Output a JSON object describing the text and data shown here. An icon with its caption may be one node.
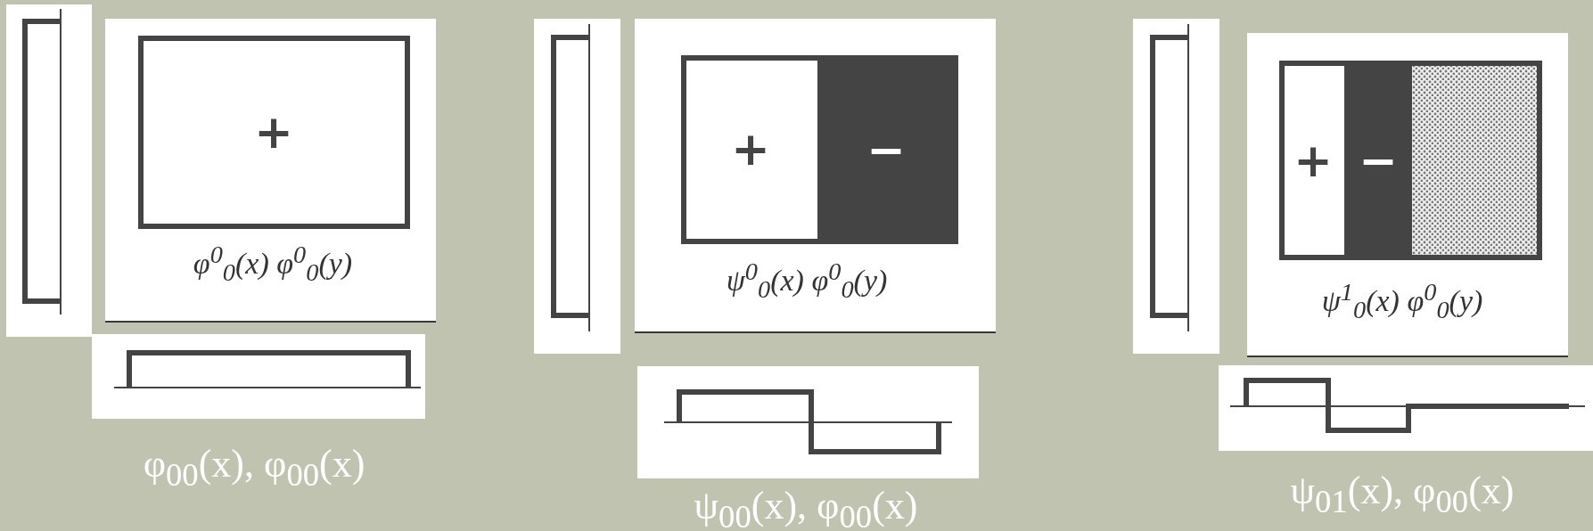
{
  "diagram": {
    "labels": [
      "+",
      "φ$^{0}$$_{0}$(x) φ$^{0}$$_{0}$(y)",
      "φ$_{00}$(x), φ$_{00}$(x)",
      "+",
      "−",
      "ψ$^{0}$$_{0}$(x) φ$^{0}$$_{0}$(y)",
      "ψ$_{00}$(x), φ$_{00}$(x)",
      "+",
      "−",
      "ψ$^{1}$$_{0}$(x) φ$^{0}$$_{0}$(y)",
      "ψ$_{01}$(x), φ$_{00}$(x)"
    ]
  }
}
